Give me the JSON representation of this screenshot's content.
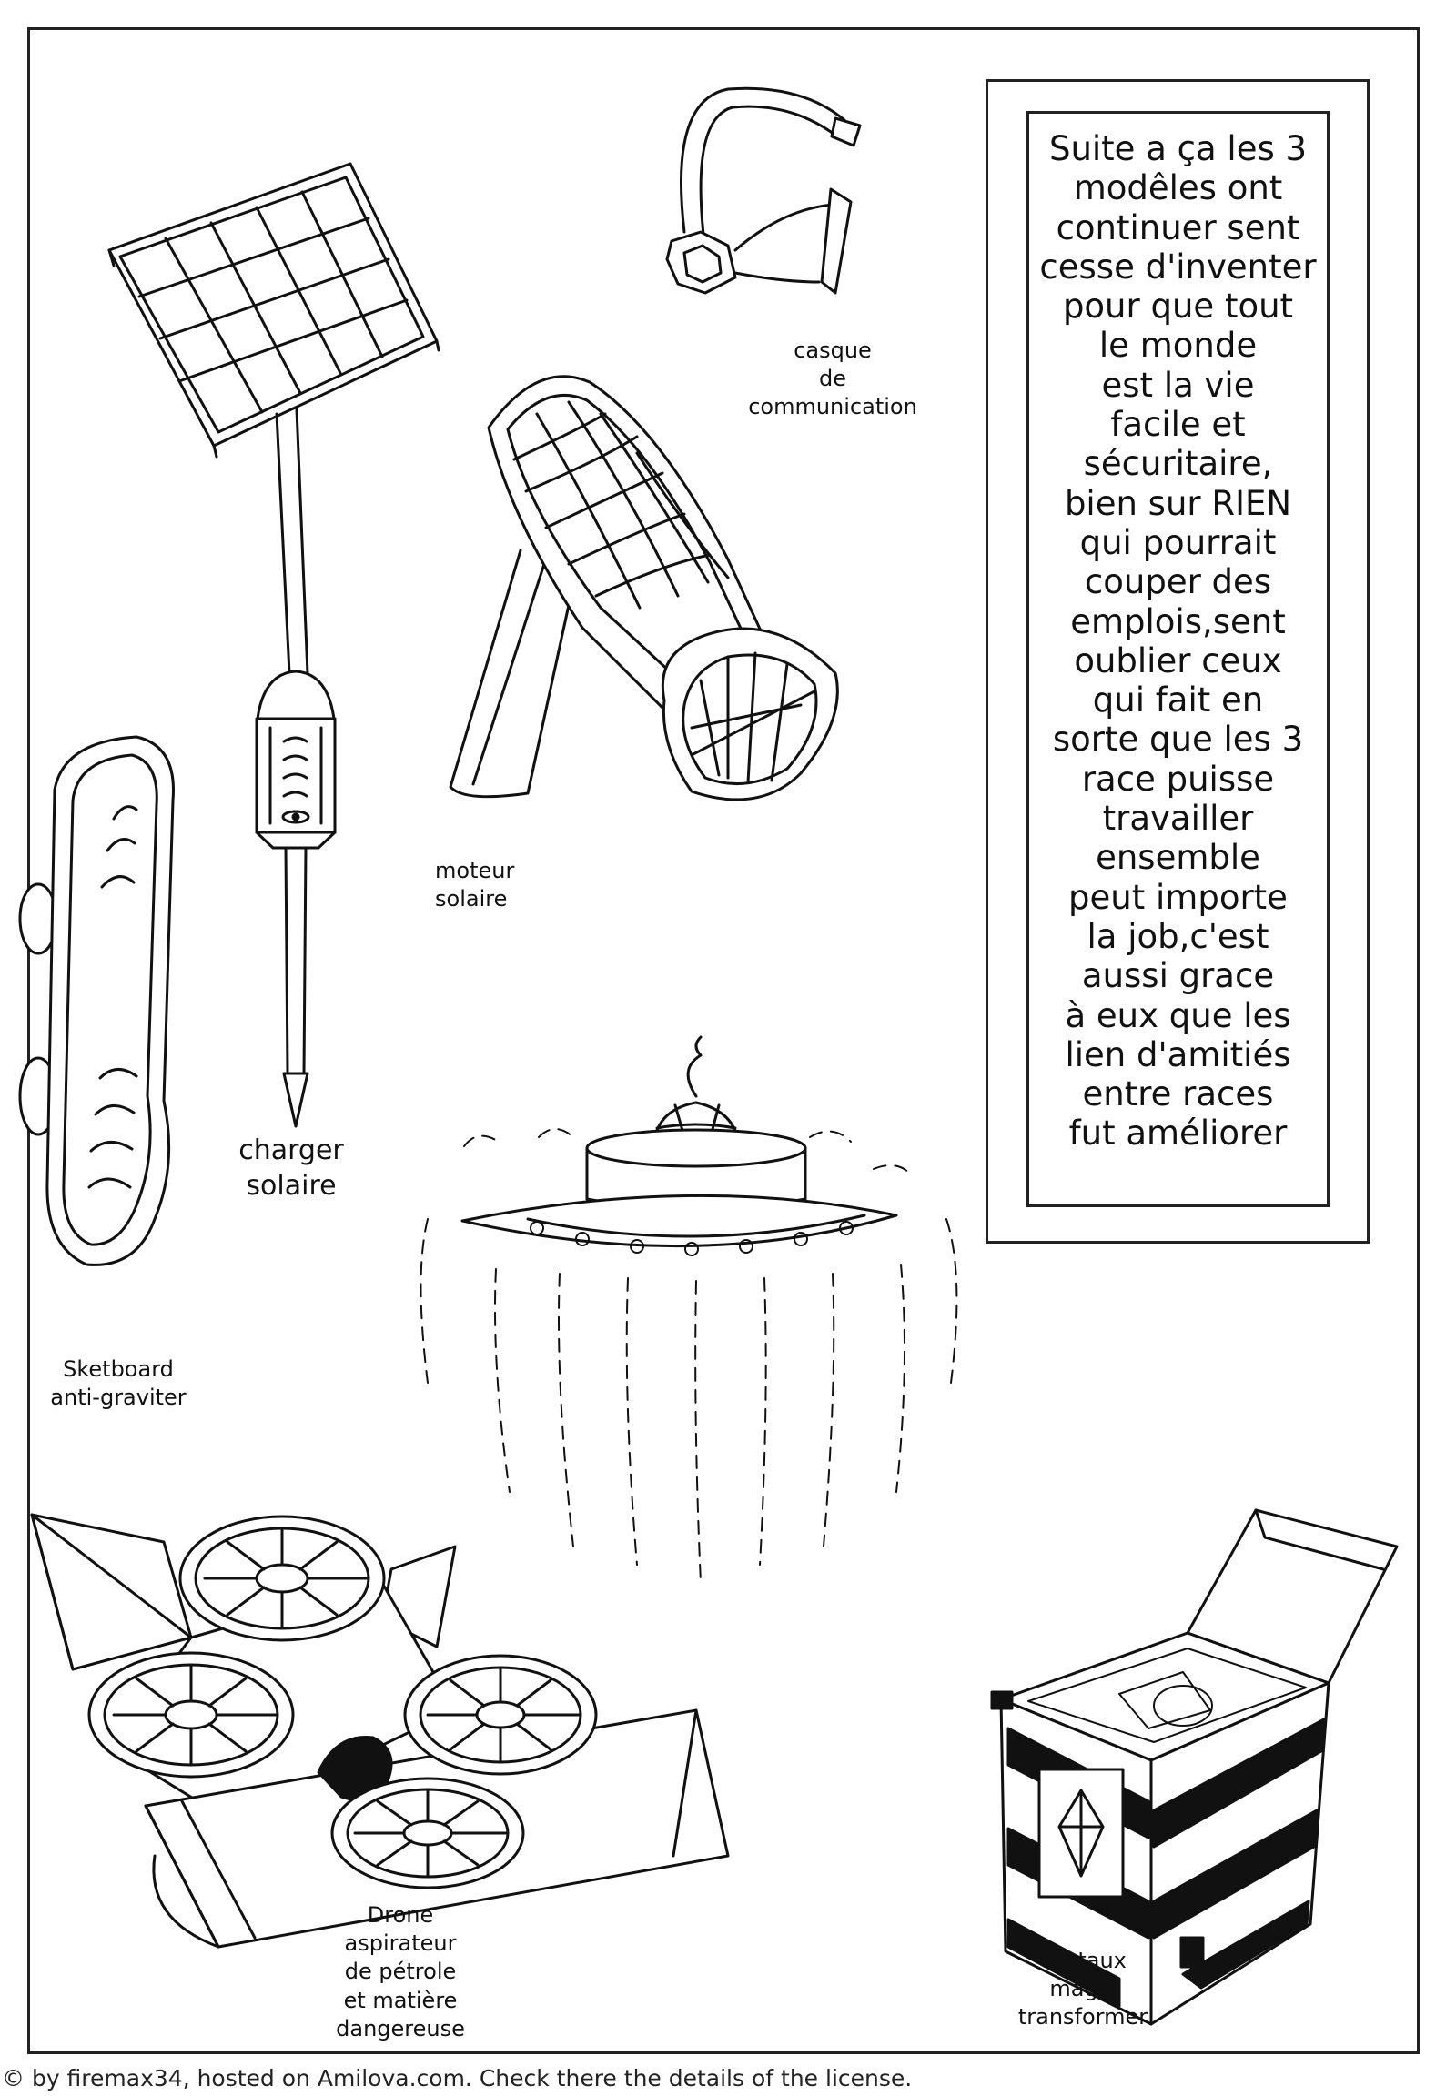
{
  "labels": {
    "helmet": [
      "casque",
      "de",
      "communication"
    ],
    "solar_charger": [
      "charger",
      "solaire"
    ],
    "solar_engine": [
      "moteur",
      "solaire"
    ],
    "skateboard": [
      "Sketboard",
      "anti-graviter"
    ],
    "drone": [
      "Drone",
      "aspirateur",
      "de pétrole",
      "et matière",
      "dangereuse"
    ],
    "crystals": [
      "cristaux",
      "magic",
      "transformer"
    ]
  },
  "story_lines": [
    "Suite a ça les 3",
    "modêles ont",
    "continuer sent",
    "cesse d'inventer",
    "pour que tout",
    "le monde",
    "est la vie",
    "facile et",
    "sécuritaire,",
    "bien sur RIEN",
    "qui pourrait",
    "couper des",
    "emplois,sent",
    "oublier ceux",
    "qui fait en",
    "sorte que les 3",
    "race puisse",
    "travailler",
    "ensemble",
    "peut importe",
    "la job,c'est",
    "aussi grace",
    "à eux que les",
    "lien d'amitiés",
    "entre races",
    "fut améliorer"
  ],
  "footer": "© by firemax34, hosted on Amilova.com. Check there the details of the license."
}
